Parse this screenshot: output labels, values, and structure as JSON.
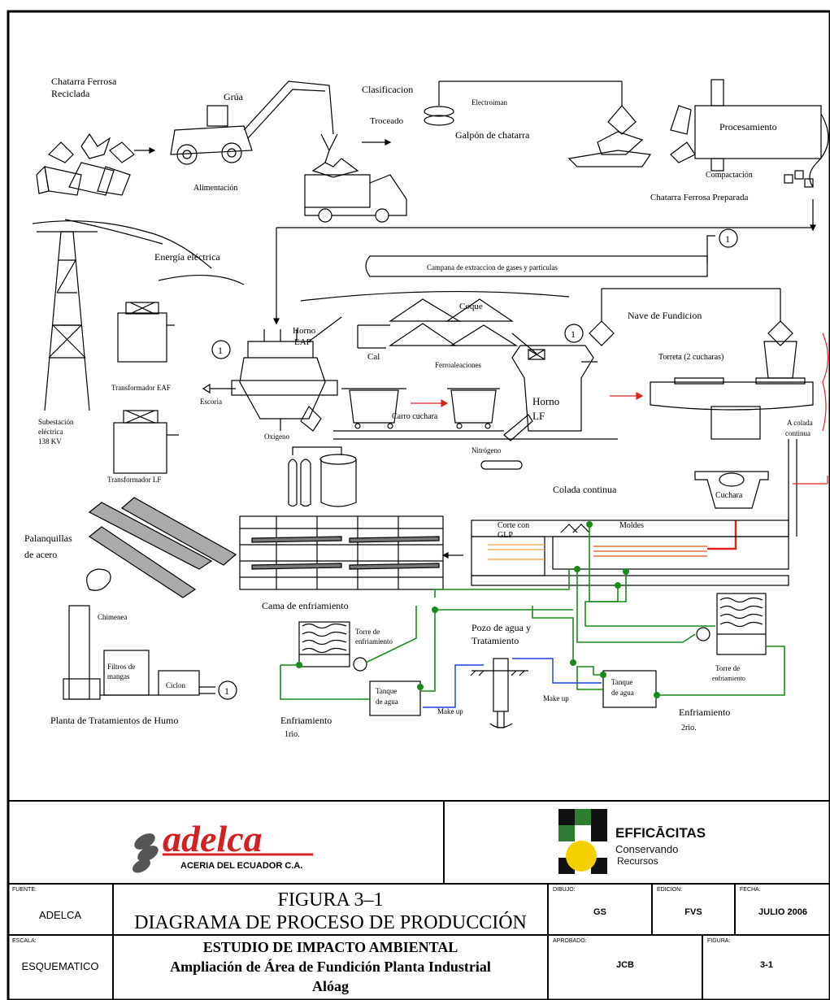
{
  "diagram": {
    "labels": {
      "chatarra_ferrosa": "Chatarra Ferrosa",
      "reciclada": "Reciclada",
      "grua": "Grúa",
      "alimentacion": "Alimentación",
      "clasificacion": "Clasificacion",
      "electroiman": "Electroiman",
      "troceado": "Troceado",
      "galpon": "Galpón de chatarra",
      "procesamiento": "Procesamiento",
      "compactacion": "Compactación",
      "chatarra_preparada": "Chatarra Ferrosa Preparada",
      "energia": "Energía eléctrica",
      "campana": "Campana de extraccion de gases y particulas",
      "coque": "Coque",
      "nave": "Nave de Fundicion",
      "horno_eaf_1": "Horno",
      "horno_eaf_2": "EAF",
      "cal": "Cal",
      "ferroaleaciones": "Ferroaleaciones",
      "torreta": "Torreta (2 cucharas)",
      "transformador_eaf": "Transformador EAF",
      "escoria": "Escoria",
      "carro_cuchara": "Carro cuchara",
      "horno_lf_1": "Horno",
      "horno_lf_2": "LF",
      "colada_1": "A colada",
      "colada_2": "continua",
      "subestacion_1": "Subestación",
      "subestacion_2": "eléctrica",
      "subestacion_3": "138 KV",
      "oxigeno": "Oxígeno",
      "nitrogeno": "Nitrógeno",
      "transformador_lf": "Transformador LF",
      "colada_continua": "Colada continua",
      "cuchara": "Cuchara",
      "palanquillas_1": "Palanquillas",
      "palanquillas_2": "de acero",
      "corte_1": "Corte con",
      "corte_2": "GLP",
      "moldes": "Moldes",
      "cama": "Cama de enfriamiento",
      "chimenea": "Chimenea",
      "torre_1a": "Torre de",
      "torre_1b": "enfriamiento",
      "pozo_1": "Pozo de agua y",
      "pozo_2": "Tratamiento",
      "filtro_1": "Filtros de",
      "filtro_2": "mangas",
      "ciclon": "Ciclon",
      "tanque_a1": "Tanque",
      "tanque_a2": "de agua",
      "tanque_b1": "Tanque",
      "tanque_b2": "de agua",
      "make_up_1": "Make up",
      "make_up_2": "Make up",
      "torre_2a": "Torre de",
      "torre_2b": "enfriamiento",
      "planta_humo": "Planta de Tratamientos de Humo",
      "enfr_1a": "Enfriamiento",
      "enfr_1b": "1rio.",
      "enfr_2a": "Enfriamiento",
      "enfr_2b": "2rio.",
      "ref": "1"
    },
    "colors": {
      "green": "#1a8a1a",
      "red": "#e02020",
      "blue": "#1a3fd6",
      "orange": "#f0a040"
    }
  },
  "title_block": {
    "logo_left": {
      "name": "adelca",
      "subtitle": "ACERIA DEL ECUADOR C.A.",
      "color": "#d42020"
    },
    "logo_right": {
      "name": "EFFICĀCITAS",
      "tagline_1": "Conservando",
      "tagline_2": "Recursos"
    },
    "fuente_label": "FUENTE:",
    "fuente_value": "ADELCA",
    "figura_line": "FIGURA 3–1",
    "diagrama_line": "DIAGRAMA DE PROCESO DE PRODUCCIÓN",
    "dibujo_label": "DIBUJO:",
    "dibujo_value": "GS",
    "edicion_label": "EDICION:",
    "edicion_value": "FVS",
    "fecha_label": "FECHA:",
    "fecha_value": "JULIO 2006",
    "escala_label": "ESCALA:",
    "escala_value": "ESQUEMATICO",
    "estudio_line": "ESTUDIO DE IMPACTO AMBIENTAL",
    "ampliacion_line": "Ampliación de Área de Fundición Planta Industrial",
    "aloag_line": "Alóag",
    "aprobado_label": "APROBADO:",
    "aprobado_value": "JCB",
    "figura_label": "FIGURA:",
    "figura_value": "3-1"
  }
}
